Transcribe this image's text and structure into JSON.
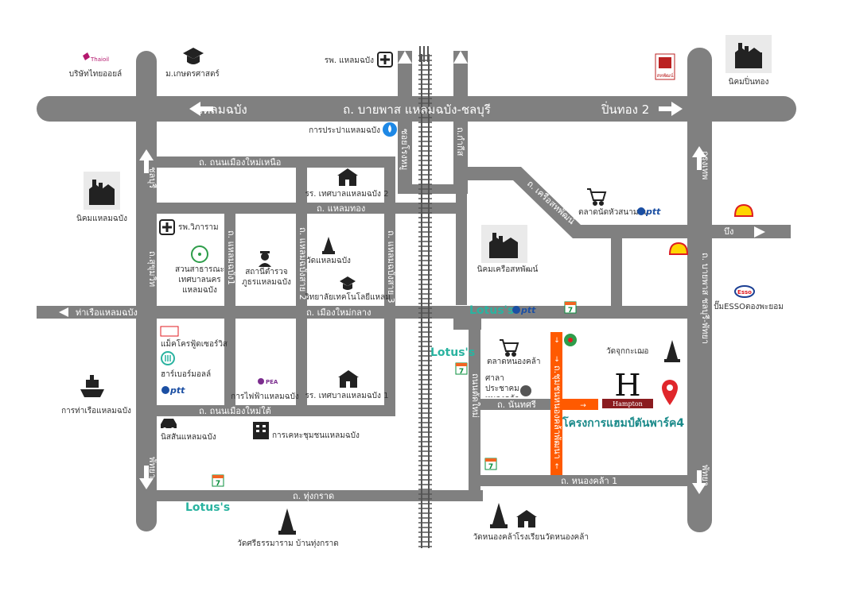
{
  "colors": {
    "road": "#808080",
    "road_text": "#ffffff",
    "label_text": "#333333",
    "project_road": "#ff5a00",
    "pin": "#e0262b",
    "project_text": "#1a8a8a",
    "lotus_green": "#2ab3a0",
    "lotus_yellow": "#f4c300",
    "ptt_blue": "#1b4fa3",
    "seven_green": "#0a8f3e",
    "seven_orange": "#f26522",
    "seven_red": "#e11b22",
    "shell_red": "#dd1d21",
    "shell_yellow": "#ffd500",
    "esso_blue": "#1b3f93",
    "esso_red": "#e11b22",
    "thaioil_magenta": "#b4186e"
  },
  "roads": {
    "main_highway": "ถ. บายพาส แหลมฉบัง-ชลบุรี",
    "to_laem_chabang": "แหลมฉบัง",
    "to_pinthong2": "ปิ่นทอง 2",
    "to_chonburi": "ชลบุรี",
    "to_pattaya_left": "พัทยา",
    "to_bangkok": "กรุงเทพ",
    "right_vertical": "ถ. บายพาส ชลบุรี-พัทยา",
    "to_pattaya_right": "พัทยา",
    "sukhumvit": "ถ.สุขุมวิท",
    "north_road": "ถ. ถนนเมืองใหม่เหนือ",
    "laem_thong": "ถ. แหลมทอง",
    "middle_road": "ถ. เมืองใหม่กลาง",
    "south_road": "ถ. ถนนเมืองใหม่ใต้",
    "thung_krat": "ถ. ทุ่งกราด",
    "to_port": "ท่าเรือแหลมฉบัง",
    "laem_chabang1": "ถ. แหลมฉบัง1",
    "laem_chabang2": "ถ. แหลมฉบังสาย 2",
    "laem_chabang3": "ถ. แหลมฉบังสาย 3",
    "soi_rong_moo": "ซอยโรงหมู",
    "kamkhi": "ถ.กำกีส",
    "kruea_sahapat": "ถ. เครือสหพัฒน์",
    "to_bung": "บึง",
    "nong_kla_mai": "ถ. หนองคล้าใหม่",
    "nong_kla_1": "ถ. หนองคล้า 1",
    "nong_kla_mai_pattana": "ถ.หนองคล้าใหม่พัฒนา",
    "nanthasri": "ถ. นันทศรี",
    "new_road_vertical": "ถนนตัดใหม่",
    "project_road": "ถ.ชุมชนหนองคล้าพัฒนา"
  },
  "places": {
    "thaioil": "บริษัทไทยออยล์",
    "thaioil_logo": "Thaioil",
    "kasetsart": "ม.เกษตรศาสตร์",
    "hospital_laem": "รพ. แหลมฉบัง",
    "water": "การประปาแหลมฉบัง",
    "nikom_laem": "นิคมแหลมฉบัง",
    "nikom_pinthong": "นิคมปิ่นทอง",
    "sahapat_logo": "สหพัฒน์",
    "school2": "รร. เทศบาลแหลมฉบัง 2",
    "vikaram": "รพ.วิภาราม",
    "park": "สวนสาธารณะเทศบาลนครแหลมฉบัง",
    "police": "สถานีตำรวจภูธรแหลมฉบัง",
    "temple_laem": "วัดแหลมฉบัง",
    "college": "วิทยาลัยเทคโนโลยีแหลม",
    "market_thai": "ตลาดนัดหัวสนามบิน",
    "nikom_kruea": "นิคมเครือสหพัฒน์",
    "esso": "ปั๊มESSOตองพะยอม",
    "makro": "แม็คโครฟู้ดเซอร์วิส",
    "harbor": "ฮาร์เบอร์มอลล์",
    "pea": "การไฟฟ้าแหลมฉบัง",
    "school1": "รร. เทศบาลแหลมฉบัง 1",
    "nong_kla_market": "ตลาดหนองคล้า",
    "sala": "ศาลาประชาคมหนองคล้า",
    "wat_chukkra": "วัดจุกกะเฌอ",
    "project": "โครงการแฮมป์ตันพาร์ค4",
    "hampton_letter": "H",
    "hampton_word": "Hampton",
    "port": "การท่าเรือแหลมฉบัง",
    "nissan": "นิสสันแหลมฉบัง",
    "housing": "การเคหะชุมชนแหลมฉบัง",
    "wat_sri": "วัดศรีธรรมาราม บ้านทุ่งกราด",
    "wat_nong_kla": "วัดหนองคล้า",
    "school_wat": "โรงเรียนวัดหนองคล้า",
    "lotus_text": "Lotus's",
    "ptt_text": "ptt",
    "pea_text": "PEA",
    "seven_text": "7",
    "esso_text": "Esso"
  }
}
